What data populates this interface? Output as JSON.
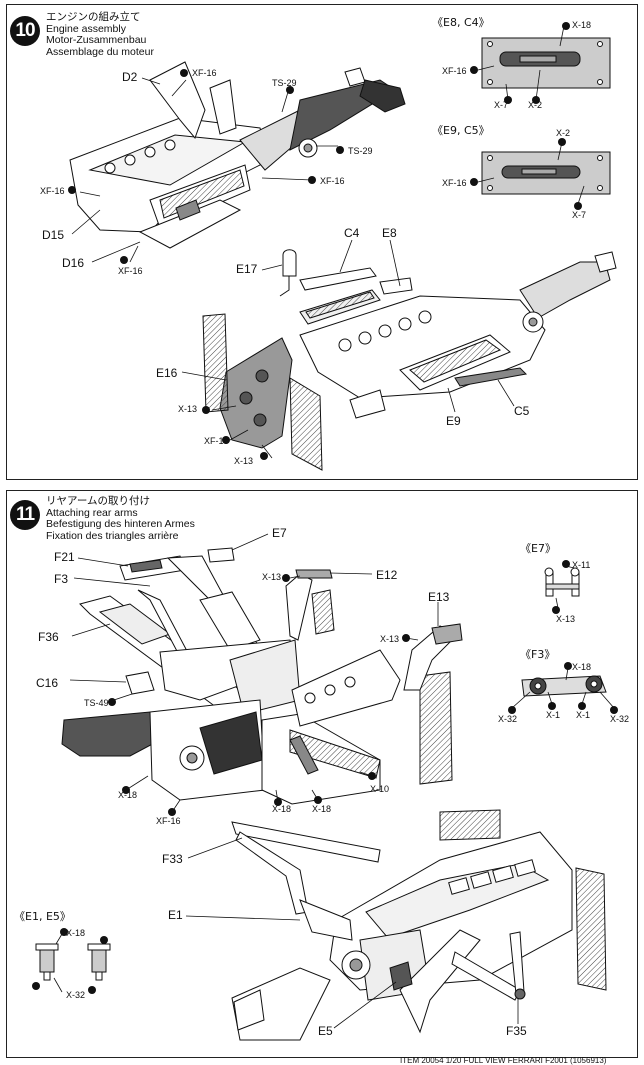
{
  "step10": {
    "number": "10",
    "title_jp": "エンジンの組み立て",
    "title_en": "Engine assembly",
    "title_de": "Motor-Zusammenbau",
    "title_fr": "Assemblage du moteur",
    "labels": {
      "d2": "D2",
      "d15": "D15",
      "d16": "D16",
      "c4": "C4",
      "e8": "E8",
      "e17": "E17",
      "e16": "E16",
      "e9": "E9",
      "c5": "C5"
    },
    "screws": {
      "xf16_a": "XF-16",
      "ts29_a": "TS-29",
      "ts29_b": "TS-29",
      "xf16_b": "XF-16",
      "xf16_c": "XF-16",
      "xf16_d": "XF-16",
      "x13_a": "X-13",
      "xf16_e": "XF-16",
      "x13_b": "X-13"
    },
    "sub_e8c4": {
      "title": "《E8, C4》",
      "x18": "X-18",
      "xf16": "XF-16",
      "x7": "X-7",
      "x2": "X-2"
    },
    "sub_e9c5": {
      "title": "《E9, C5》",
      "x2": "X-2",
      "xf16": "XF-16",
      "x7": "X-7"
    }
  },
  "step11": {
    "number": "11",
    "title_jp": "リヤアームの取り付け",
    "title_en": "Attaching rear arms",
    "title_de": "Befestigung des hinteren Armes",
    "title_fr": "Fixation des triangles arrière",
    "labels": {
      "e7": "E7",
      "f21": "F21",
      "f3": "F3",
      "e12": "E12",
      "e13": "E13",
      "f36": "F36",
      "c16": "C16",
      "f33": "F33",
      "e1": "E1",
      "e5": "E5",
      "f35": "F35"
    },
    "screws": {
      "x13_a": "X-13",
      "x13_b": "X-13",
      "ts49": "TS-49",
      "x18_a": "X-18",
      "xf16": "XF-16",
      "x18_b": "X-18",
      "x18_c": "X-18",
      "x10": "X-10"
    },
    "sub_e7": {
      "title": "《E7》",
      "x11": "X-11",
      "x13": "X-13"
    },
    "sub_f3": {
      "title": "《F3》",
      "x18": "X-18",
      "x32_a": "X-32",
      "x1_a": "X-1",
      "x1_b": "X-1",
      "x32_b": "X-32"
    },
    "sub_e1e5": {
      "title": "《E1, E5》",
      "x18": "X-18",
      "x32": "X-32"
    }
  },
  "footer": "ITEM 20054 1/20 FULL VIEW FERRARI F2001 (1056913)"
}
